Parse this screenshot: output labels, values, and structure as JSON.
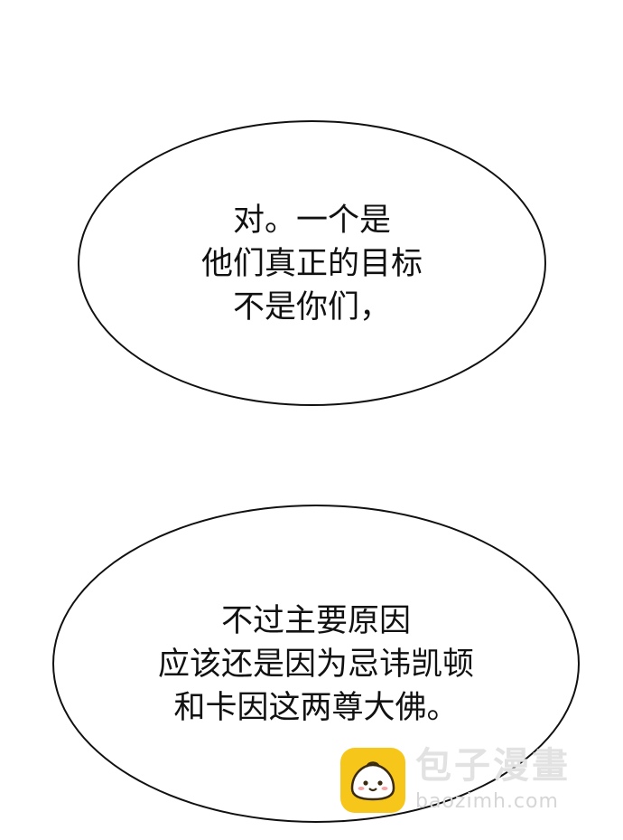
{
  "panel": {
    "bubbles": [
      {
        "lines": [
          "对。一个是",
          "他们真正的目标",
          "不是你们，"
        ]
      },
      {
        "lines": [
          "不过主要原因",
          "应该还是因为忌讳凯顿",
          "和卡因这两尊大佛。"
        ]
      }
    ]
  },
  "watermark": {
    "brand": "包子漫畫",
    "domain": "baozimh.com",
    "logo_icon": "steamed-bun-icon",
    "logo_color": "#f7c61b"
  }
}
